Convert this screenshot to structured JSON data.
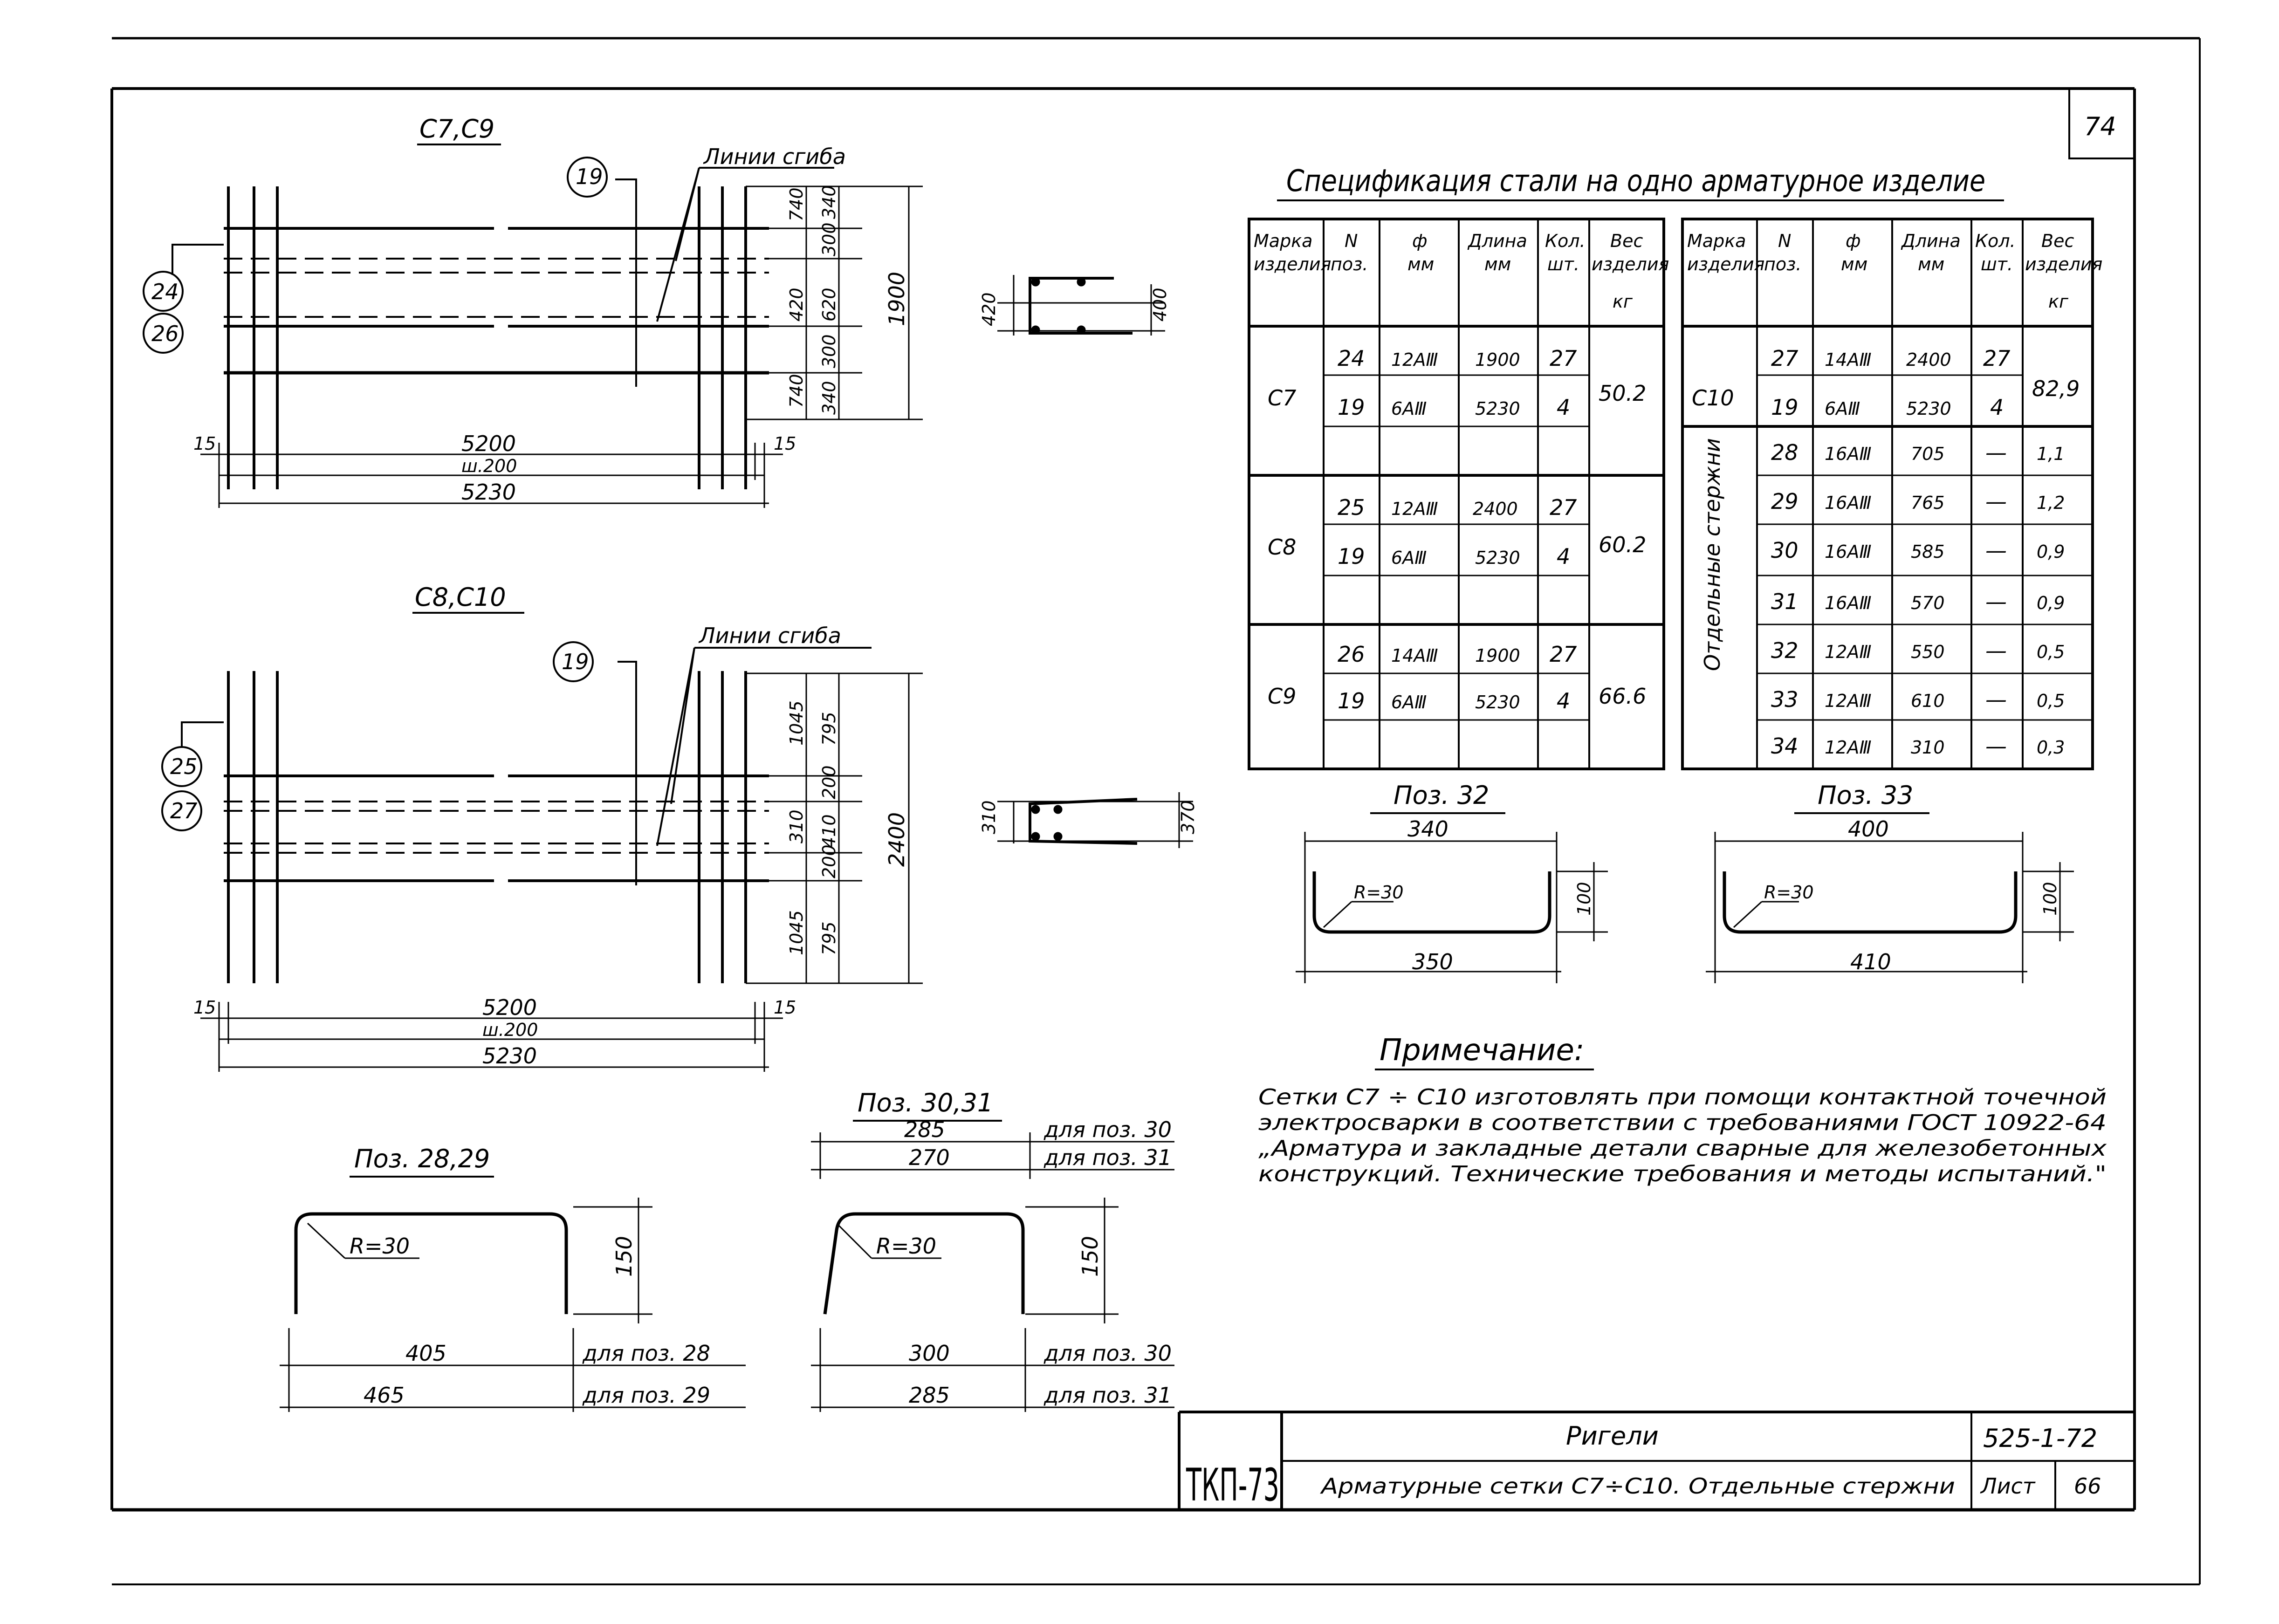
{
  "sheet_number": "74",
  "frame": {
    "top_title": "С7,С9",
    "bottom_title": "С8,С10",
    "bend_lines_label": "Линии сгиба",
    "top": {
      "pos_main": "19",
      "pos_a": "24",
      "pos_b": "26",
      "dim_left": "15",
      "dim_right": "15",
      "dim_5200": "5200",
      "dim_step": "ш.200",
      "dim_5230": "5230",
      "v_inner": [
        "740",
        "420",
        "740"
      ],
      "v_mid": [
        "340",
        "300",
        "620",
        "300",
        "340"
      ],
      "v_total": "1900"
    },
    "bottom": {
      "pos_main": "19",
      "pos_a": "25",
      "pos_b": "27",
      "dim_left": "15",
      "dim_right": "15",
      "dim_5200": "5200",
      "dim_step": "ш.200",
      "dim_5230": "5230",
      "v_inner": [
        "1045",
        "310",
        "1045"
      ],
      "v_mid": [
        "795",
        "200",
        "410",
        "200",
        "795"
      ],
      "v_total": "2400"
    }
  },
  "sections": {
    "top": {
      "left": "420",
      "right": "400"
    },
    "bottom": {
      "left": "310",
      "right": "370"
    }
  },
  "spec": {
    "title": "Спецификация стали на одно арматурное изделие",
    "headers": {
      "mark": [
        "Марка",
        "изделия"
      ],
      "pos": [
        "N",
        "поз."
      ],
      "dia": [
        "ф",
        "мм"
      ],
      "len": [
        "Длина",
        "мм"
      ],
      "qty": [
        "Кол.",
        "шт."
      ],
      "wt": [
        "Вес",
        "изделия",
        "кг"
      ]
    },
    "left_groups": [
      {
        "mark": "С7",
        "weight": "50.2",
        "rows": [
          {
            "pos": "24",
            "dia": "12АⅢ",
            "len": "1900",
            "qty": "27"
          },
          {
            "pos": "19",
            "dia": "6АⅢ",
            "len": "5230",
            "qty": "4"
          }
        ]
      },
      {
        "mark": "С8",
        "weight": "60.2",
        "rows": [
          {
            "pos": "25",
            "dia": "12АⅢ",
            "len": "2400",
            "qty": "27"
          },
          {
            "pos": "19",
            "dia": "6АⅢ",
            "len": "5230",
            "qty": "4"
          }
        ]
      },
      {
        "mark": "С9",
        "weight": "66.6",
        "rows": [
          {
            "pos": "26",
            "dia": "14АⅢ",
            "len": "1900",
            "qty": "27"
          },
          {
            "pos": "19",
            "dia": "6АⅢ",
            "len": "5230",
            "qty": "4"
          }
        ]
      }
    ],
    "right_c10": {
      "mark": "С10",
      "weight": "82,9",
      "rows": [
        {
          "pos": "27",
          "dia": "14АⅢ",
          "len": "2400",
          "qty": "27"
        },
        {
          "pos": "19",
          "dia": "6АⅢ",
          "len": "5230",
          "qty": "4"
        }
      ]
    },
    "right_separate_label": "Отдельные стержни",
    "right_separate": [
      {
        "pos": "28",
        "dia": "16АⅢ",
        "len": "705",
        "qty": "—",
        "wt": "1,1"
      },
      {
        "pos": "29",
        "dia": "16АⅢ",
        "len": "765",
        "qty": "—",
        "wt": "1,2"
      },
      {
        "pos": "30",
        "dia": "16АⅢ",
        "len": "585",
        "qty": "—",
        "wt": "0,9"
      },
      {
        "pos": "31",
        "dia": "16АⅢ",
        "len": "570",
        "qty": "—",
        "wt": "0,9"
      },
      {
        "pos": "32",
        "dia": "12АⅢ",
        "len": "550",
        "qty": "—",
        "wt": "0,5"
      },
      {
        "pos": "33",
        "dia": "12АⅢ",
        "len": "610",
        "qty": "—",
        "wt": "0,5"
      },
      {
        "pos": "34",
        "dia": "12АⅢ",
        "len": "310",
        "qty": "—",
        "wt": "0,3"
      }
    ]
  },
  "details": {
    "p32": {
      "title": "Поз. 32",
      "top": "340",
      "bottom": "350",
      "height": "100",
      "radius": "R=30"
    },
    "p33": {
      "title": "Поз. 33",
      "top": "400",
      "bottom": "410",
      "height": "100",
      "radius": "R=30"
    },
    "p28": {
      "title": "Поз. 28,29",
      "radius": "R=30",
      "height": "150",
      "d1": "405",
      "d1_note": "для поз. 28",
      "d2": "465",
      "d2_note": "для поз. 29"
    },
    "p30": {
      "title": "Поз. 30,31",
      "t1": "285",
      "t1_note": "для поз. 30",
      "t2": "270",
      "t2_note": "для поз. 31",
      "radius": "R=30",
      "height": "150",
      "b1": "300",
      "b1_note": "для поз. 30",
      "b2": "285",
      "b2_note": "для поз. 31"
    }
  },
  "note": {
    "title": "Примечание:",
    "lines": [
      "Сетки С7 ÷ С10 изготовлять при помощи контактной точечной",
      "электросварки в соответствии с требованиями ГОСТ 10922-64",
      "„Арматура и закладные детали сварные для железобетонных",
      "конструкций. Технические требования и методы испытаний.\""
    ]
  },
  "title_block": {
    "stamp": "ТКП-73",
    "title": "Ригели",
    "subtitle": "Арматурные сетки С7÷С10. Отдельные стержни",
    "doc": "525-1-72",
    "sheet_label": "Лист",
    "sheet": "66"
  }
}
